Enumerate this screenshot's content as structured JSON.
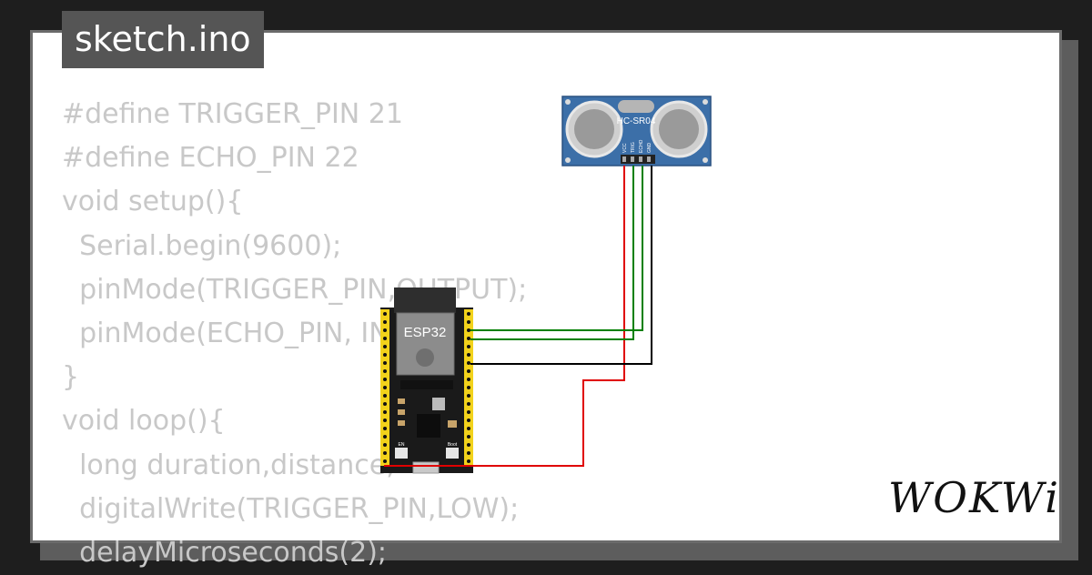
{
  "file_tab": {
    "title": "sketch.ino"
  },
  "code_lines": [
    "#define TRIGGER_PIN 21",
    "#define ECHO_PIN 22",
    "void setup(){",
    "  Serial.begin(9600);",
    "  pinMode(TRIGGER_PIN,OUTPUT);",
    "  pinMode(ECHO_PIN, INPUT);",
    "}",
    "void loop(){",
    "  long duration,distance;",
    "  digitalWrite(TRIGGER_PIN,LOW);",
    "  delayMicroseconds(2);"
  ],
  "components": {
    "sensor": {
      "label": "HC-SR04",
      "pins": [
        "VCC",
        "TRIG",
        "ECHO",
        "GND"
      ]
    },
    "board": {
      "label": "ESP32",
      "boot_label": "Boot",
      "en_label": "EN"
    }
  },
  "wires": [
    {
      "name": "vcc-wire",
      "color": "#e00000"
    },
    {
      "name": "trig-wire",
      "color": "#008000"
    },
    {
      "name": "echo-wire",
      "color": "#008000"
    },
    {
      "name": "gnd-wire",
      "color": "#000000"
    }
  ],
  "brand": {
    "logo_text": "WOKWi"
  },
  "colors": {
    "background": "#1e1e1e",
    "canvas": "#ffffff",
    "tab": "#555555",
    "code_text": "#c8c8c8",
    "sensor_board": "#3c6fa8",
    "esp_board": "#1a1a1a",
    "pin_header": "#f2d21b"
  }
}
